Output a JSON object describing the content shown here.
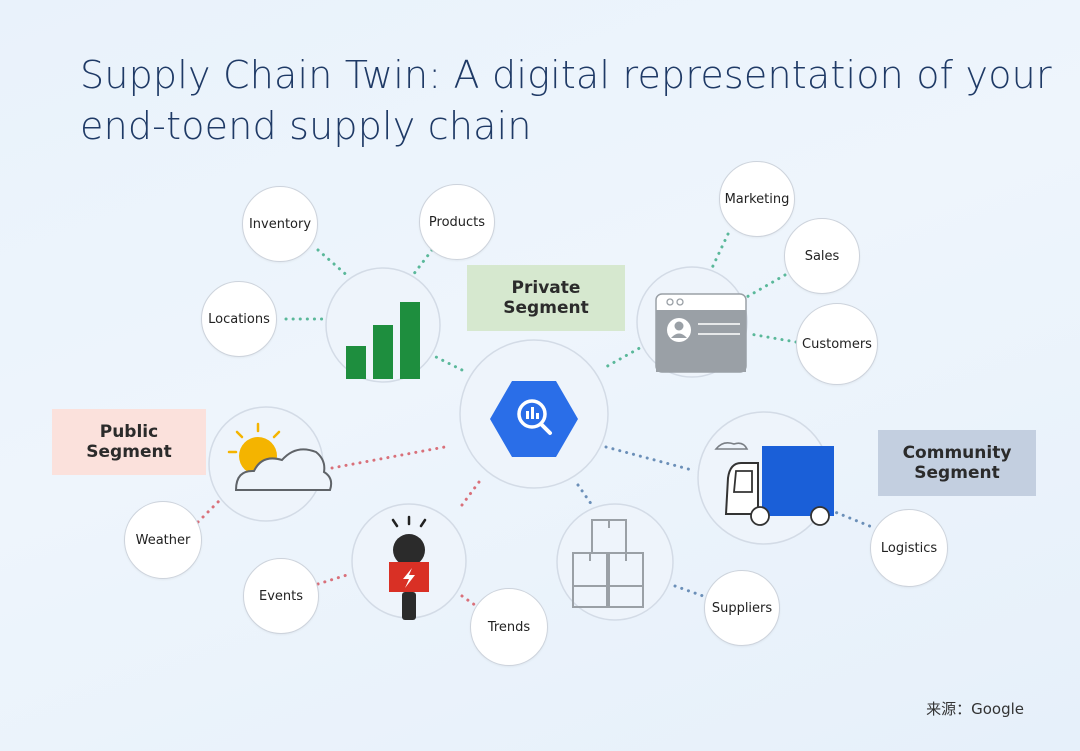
{
  "title": {
    "line1": "Supply Chain Twin:  A digital representation of your",
    "line2": "end-toend supply chain"
  },
  "segments": {
    "private": {
      "line1": "Private",
      "line2": "Segment",
      "color": "#d6e8cf"
    },
    "public": {
      "line1": "Public",
      "line2": "Segment",
      "color": "#fbe1dc"
    },
    "community": {
      "line1": "Community",
      "line2": "Segment",
      "color": "#c3cfe0"
    }
  },
  "nodes": {
    "inventory": "Inventory",
    "products": "Products",
    "locations": "Locations",
    "marketing": "Marketing",
    "sales": "Sales",
    "customers": "Customers",
    "weather": "Weather",
    "events": "Events",
    "trends": "Trends",
    "suppliers": "Suppliers",
    "logistics": "Logistics"
  },
  "icons": {
    "center": "bigquery-icon",
    "analytics": "bar-chart-icon",
    "crm": "customer-window-icon",
    "weather": "sun-cloud-icon",
    "news": "microphone-icon",
    "supply": "stacked-boxes-icon",
    "transport": "delivery-truck-icon"
  },
  "colors": {
    "green": "#1e8e3e",
    "blue": "#1a5fd8",
    "gray": "#9aa0a6",
    "red": "#d93025",
    "yellow": "#f4b400",
    "title": "#1f3a66"
  },
  "source": "来源：Google"
}
